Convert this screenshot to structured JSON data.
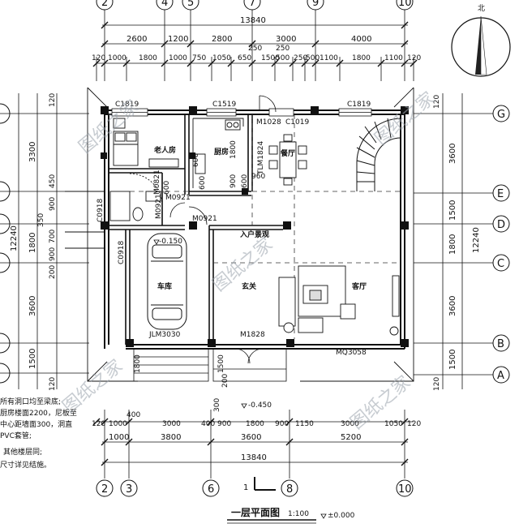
{
  "title": "一层平面图",
  "scale": "1:100",
  "elevation": "±0.000",
  "north_label": "北",
  "watermark": "图纸之家",
  "top_total": "13840",
  "top_spans": [
    "2600",
    "1200",
    "2800",
    "3000",
    "4000"
  ],
  "top_fine": [
    "120",
    "1000",
    "1800",
    "1000",
    "750",
    "1050",
    "650",
    "500",
    "250",
    "1500",
    "500",
    "1100",
    "1800",
    "1100",
    "120"
  ],
  "top_fine_extra": [
    "250",
    "250"
  ],
  "bottom_total": "13840",
  "bottom_spans": [
    "1000",
    "3800",
    "3600",
    "5200"
  ],
  "bottom_fine": [
    "120",
    "1000",
    "3000",
    "400",
    "900",
    "1800",
    "900",
    "1150",
    "3000",
    "1050",
    "120"
  ],
  "bottom_fine_extra": [
    "400"
  ],
  "left_total": "12240",
  "left_spans": [
    "3300",
    "1800",
    "3600",
    "1500"
  ],
  "left_fine": [
    "120",
    "450",
    "900",
    "350",
    "700",
    "900",
    "200",
    "120"
  ],
  "right_total": "12240",
  "right_spans": [
    "3600",
    "1500",
    "1800",
    "3600",
    "1500"
  ],
  "right_fine": [
    "120",
    "120"
  ],
  "top_axes": [
    "2",
    "4",
    "5",
    "7",
    "9",
    "10"
  ],
  "bottom_axes": [
    "2",
    "3",
    "6",
    "8",
    "10"
  ],
  "right_axes": [
    "G",
    "E",
    "D",
    "C",
    "B",
    "A"
  ],
  "rooms": {
    "elder": "老人房",
    "kitchen": "厨房",
    "dining": "餐厅",
    "garage": "车库",
    "foyer": "玄关",
    "living": "客厅",
    "entrance": "入户景观"
  },
  "windows": [
    "C1819",
    "C1519",
    "C1819",
    "C1019"
  ],
  "doors": [
    "M1028",
    "TLM1824",
    "M0921",
    "M0921",
    "M0921",
    "M0821",
    "M1828",
    "MQ3058",
    "JLM3030",
    "C0918",
    "C0918"
  ],
  "levels": [
    "-0.150",
    "-0.450"
  ],
  "misc_dims": [
    "600",
    "600",
    "600",
    "1800",
    "900",
    "600",
    "960",
    "300",
    "200",
    "1500",
    "1800"
  ],
  "section_mark": "1",
  "notes": [
    "所有洞口均至梁底;",
    "厨房楼面2200，尼板至",
    "中心距墙面300，洞直",
    "PVC套管;",
    "其他楼层同;",
    "尺寸详见结施。"
  ]
}
